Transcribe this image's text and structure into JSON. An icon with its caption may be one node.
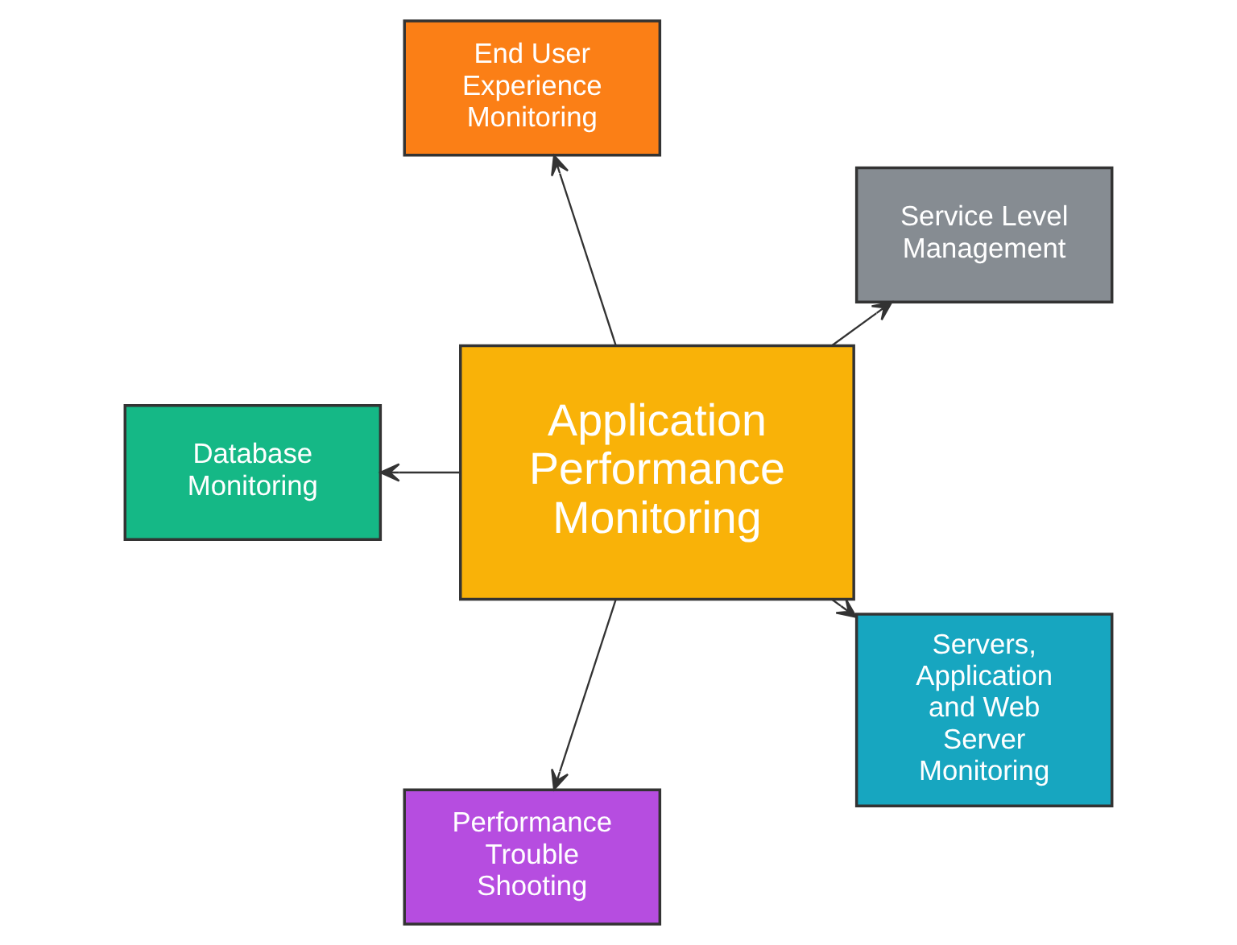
{
  "diagram": {
    "nodes": [
      {
        "text": [
          "Service Level Management"
        ]
      },
      {
        "text": [
          "End User Experience Monitoring"
        ]
      },
      {
        "text": [
          "Database Monitoring"
        ]
      },
      {
        "text": [
          "Application Performance Monitoring"
        ]
      },
      {
        "text": [
          "Performance Trouble Shooting"
        ]
      },
      {
        "text": [
          "Servers, Application and Web Server Monitoring"
        ]
      }
    ],
    "edges": [
      {
        "from": 3,
        "to": 0,
        "arrow": "to"
      },
      {
        "from": 3,
        "to": 1,
        "arrow": "to"
      },
      {
        "from": 3,
        "to": 2,
        "arrow": "to"
      },
      {
        "from": 3,
        "to": 4,
        "arrow": "to"
      },
      {
        "from": 3,
        "to": 5,
        "arrow": "to"
      }
    ]
  }
}
